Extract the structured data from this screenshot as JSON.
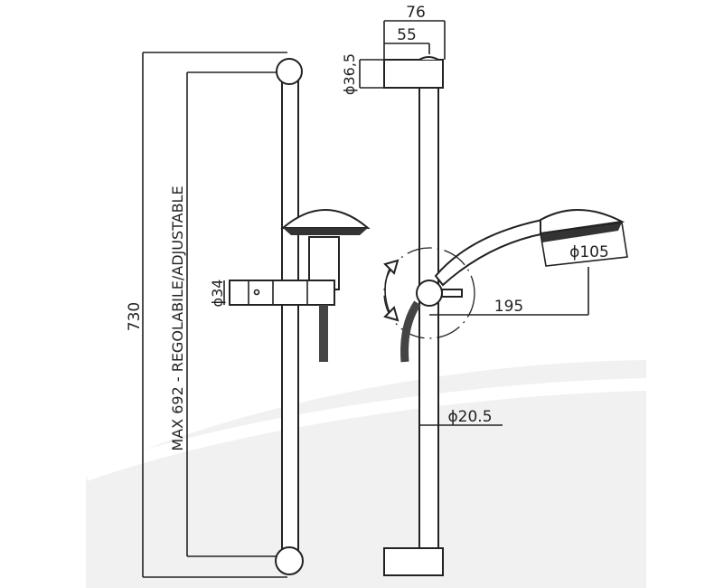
{
  "title": "Shower slide rail technical drawing",
  "dimensions": {
    "total_height": "730",
    "adjustable": "MAX 692 - REGOLABILE/ADJUSTABLE",
    "slider_diameter": "ϕ34",
    "bracket_depth_total": "76",
    "bracket_depth_axis": "55",
    "bracket_diameter": "ϕ36,5",
    "handshower_diameter": "ϕ105",
    "handshower_reach": "195",
    "rail_diameter": "ϕ20.5"
  },
  "colors": {
    "line": "#222222",
    "background_swoosh": "#f0f0f0"
  }
}
